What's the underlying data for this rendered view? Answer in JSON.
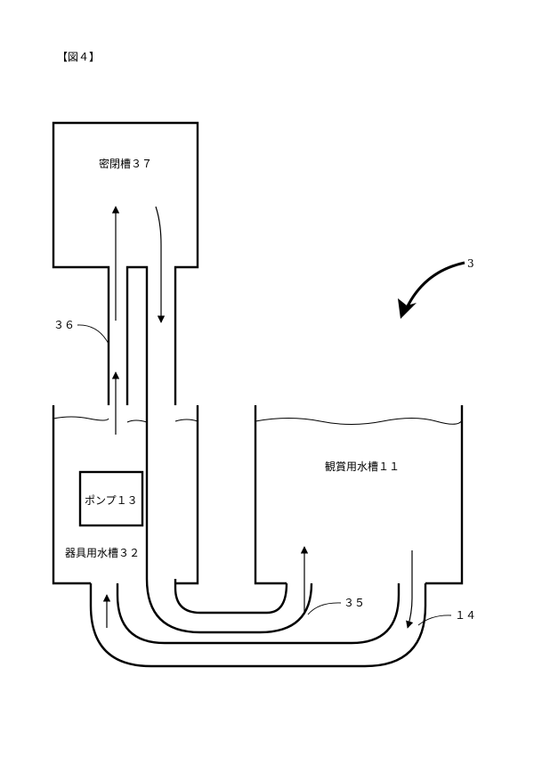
{
  "figure_label": "【図４】",
  "labels": {
    "sealed_tank": "密閉槽３７",
    "pump": "ポンプ１３",
    "device_tank": "器具用水槽３２",
    "aquarium_tank": "観賞用水槽１１",
    "ref_3": "3",
    "ref_36": "３６",
    "ref_35": "３５",
    "ref_14": "１４"
  }
}
